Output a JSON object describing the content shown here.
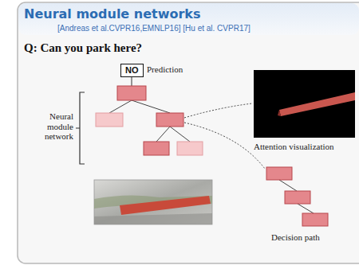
{
  "diagram": {
    "title": "Neural module networks",
    "nodes": [
      {
        "text": [
          "NO"
        ]
      }
    ],
    "labels": [
      "[Andreas et al.CVPR16,EMNLP16] [Hu et al. CVPR17]",
      "Q: Can you park here?",
      "Prediction",
      "Neural module network",
      "Attention visualization",
      "Decision path"
    ]
  }
}
